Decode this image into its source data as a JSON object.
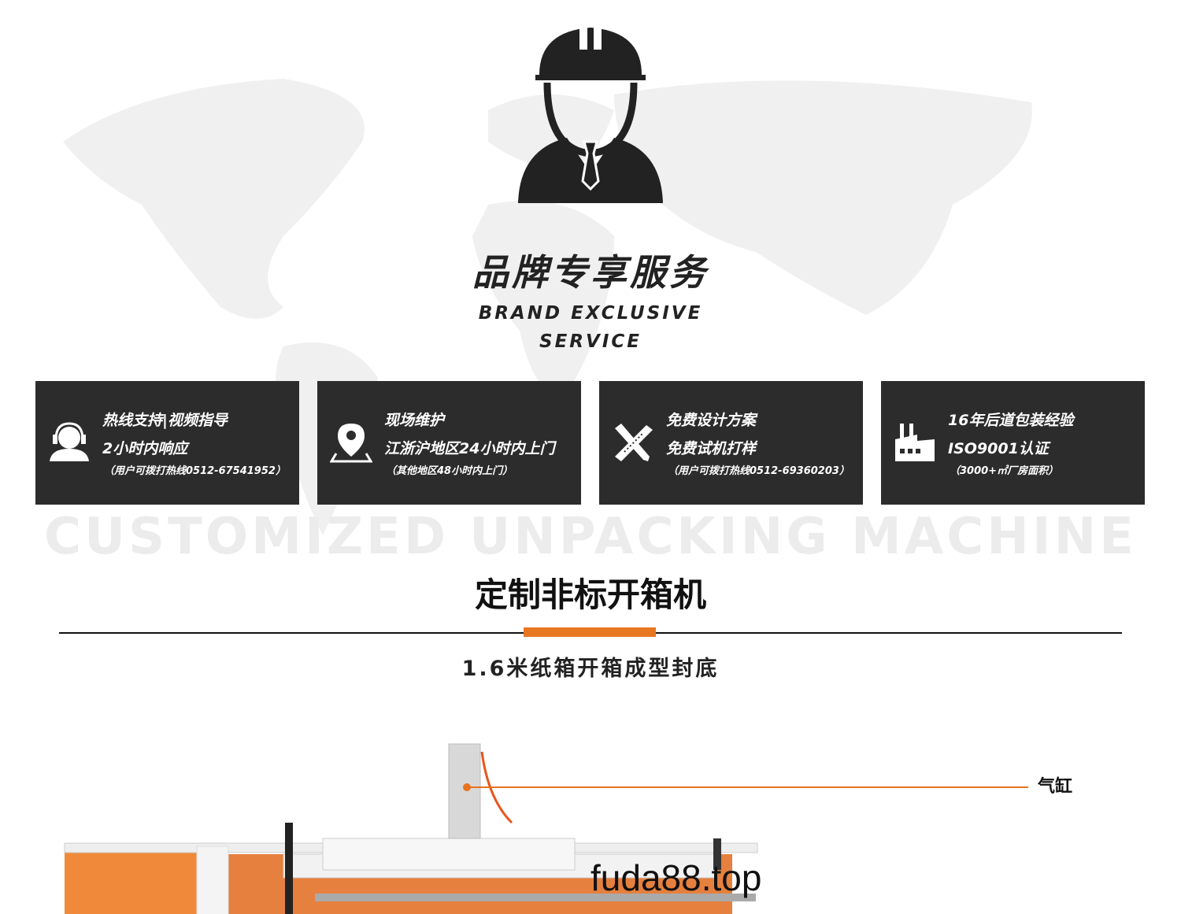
{
  "header": {
    "title_cn": "品牌专享服务",
    "title_en_line1": "BRAND EXCLUSIVE",
    "title_en_line2": "SERVICE"
  },
  "cards": [
    {
      "icon": "headset-icon",
      "line1": "热线支持|视频指导",
      "line2": "2小时内响应",
      "note": "（用户可拨打热线0512-67541952）"
    },
    {
      "icon": "location-pin-icon",
      "line1": "现场维护",
      "line2": "江浙沪地区24小时内上门",
      "note": "（其他地区48小时内上门）"
    },
    {
      "icon": "ruler-pencil-icon",
      "line1": "免费设计方案",
      "line2": "免费试机打样",
      "note": "（用户可拨打热线0512-69360203）"
    },
    {
      "icon": "factory-icon",
      "line1": "16年后道包装经验",
      "line2": "ISO9001认证",
      "note": "（3000+㎡厂房面积）"
    }
  ],
  "section": {
    "bg_text": "CUSTOMIZED UNPACKING MACHINE",
    "title": "定制非标开箱机",
    "subtitle": "1.6米纸箱开箱成型封底"
  },
  "callout": {
    "label": "气缸"
  },
  "watermark": "fuda88.top",
  "colors": {
    "accent": "#e87722",
    "card_bg": "#2c2c2c",
    "map": "#f0f0f0"
  }
}
